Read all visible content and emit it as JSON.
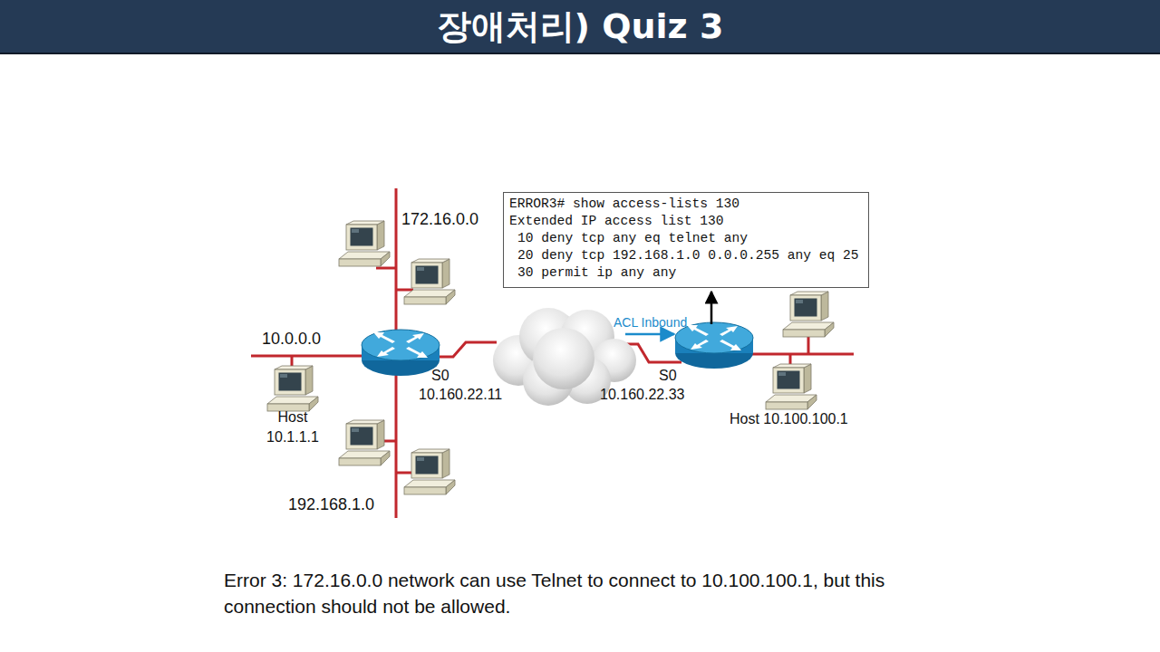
{
  "diagram": {
    "title": "장애처리) Quiz 3",
    "caption": "Error 3: 172.16.0.0 network can use Telnet to connect to 10.100.100.1, but this connection should not be allowed.",
    "nodes": [
      {
        "text": [
          "ERROR3# show access-lists 130",
          "Extended IP access list 130",
          "10 deny tcp any eq telnet any",
          "20 deny tcp 192.168.1.0 0.0.0.255 any eq 25",
          "30 permit ip any any"
        ]
      }
    ],
    "labels": [
      "172.16.0.0",
      "10.0.0.0",
      "Host",
      "10.1.1.1",
      "192.168.1.0",
      "S0",
      "10.160.22.11",
      "ACL Inbound",
      "S0",
      "10.160.22.33",
      "Host 10.100.100.1"
    ]
  }
}
